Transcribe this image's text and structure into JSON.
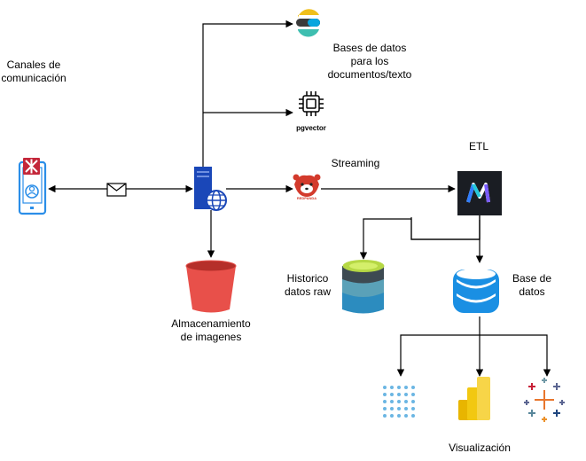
{
  "labels": {
    "channels_line1": "Canales de",
    "channels_line2": "comunicación",
    "docs_db_line1": "Bases de datos",
    "docs_db_line2": "para los",
    "docs_db_line3": "documentos/texto",
    "pgvector": "pgvector",
    "streaming": "Streaming",
    "etl": "ETL",
    "redpanda": "REDPANDA",
    "storage_line1": "Almacenamiento",
    "storage_line2": "de imagenes",
    "history_line1": "Historico",
    "history_line2": "datos raw",
    "database_line1": "Base de",
    "database_line2": "datos",
    "visualization": "Visualización"
  },
  "icons": {
    "mobile": "mobile-phone-icon",
    "message": "envelope-icon",
    "server": "web-server-icon",
    "search_db": "elasticsearch-icon",
    "vector_db": "pgvector-chip-icon",
    "stream": "redpanda-icon",
    "etl": "meltano-icon",
    "bucket": "storage-bucket-icon",
    "raw": "data-lake-icon",
    "database": "database-icon",
    "viz1": "grafana-dots-icon",
    "viz2": "power-bi-icon",
    "viz3": "tableau-icon"
  },
  "colors": {
    "server_blue": "#1a47b8",
    "mobile_blue": "#2b8ee8",
    "bucket_red": "#e8504a",
    "db_blue": "#1a8fe3",
    "etl_bg": "#1a1d23"
  }
}
